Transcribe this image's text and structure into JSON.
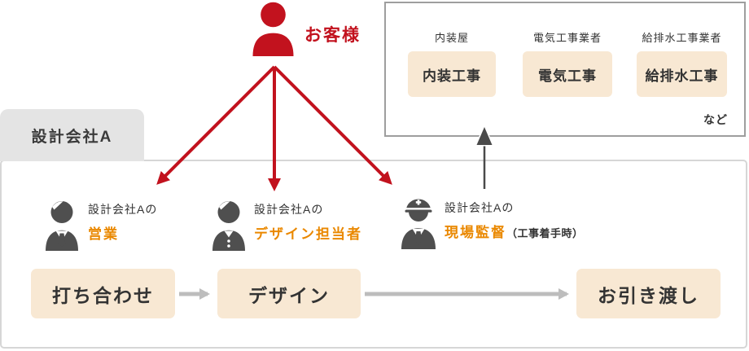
{
  "customer": {
    "label": "お客様"
  },
  "contractors": {
    "items": [
      {
        "category": "内装屋",
        "work": "内装工事"
      },
      {
        "category": "電気工事業者",
        "work": "電気工事"
      },
      {
        "category": "給排水工事業者",
        "work": "給排水工事"
      }
    ],
    "etc": "など"
  },
  "company": {
    "tab": "設計会社A"
  },
  "staff": [
    {
      "prefix": "設計会社Aの",
      "role": "営業",
      "note": ""
    },
    {
      "prefix": "設計会社Aの",
      "role": "デザイン担当者",
      "note": ""
    },
    {
      "prefix": "設計会社Aの",
      "role": "現場監督",
      "note": "（工事着手時）"
    }
  ],
  "process": {
    "steps": [
      "打ち合わせ",
      "デザイン",
      "お引き渡し"
    ]
  },
  "colors": {
    "accent_red": "#c2121e",
    "accent_orange": "#ea8800",
    "box_beige": "#f8e8d3",
    "text_dark": "#333333",
    "icon_gray": "#4f4f4f",
    "frame_gray": "#d6d6d6",
    "tab_gray": "#e4e4e4",
    "flow_arrow_gray": "#bdbdbd",
    "up_arrow_gray": "#4a4a4a",
    "contractor_border_gray": "#9e9e9e"
  }
}
